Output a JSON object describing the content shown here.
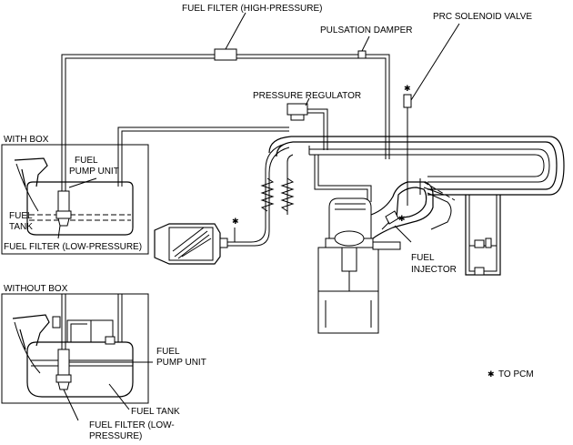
{
  "labels": {
    "fuel_filter_high": "FUEL FILTER (HIGH-PRESSURE)",
    "pulsation_damper": "PULSATION DAMPER",
    "prc_solenoid_valve": "PRC SOLENOID VALVE",
    "pressure_regulator": "PRESSURE REGULATOR",
    "with_box": "WITH BOX",
    "fuel_pump_unit_1_line1": "FUEL",
    "fuel_pump_unit_1_line2": "PUMP UNIT",
    "fuel_tank_1_line1": "FUEL",
    "fuel_tank_1_line2": "TANK",
    "fuel_filter_low_1": "FUEL FILTER (LOW-PRESSURE)",
    "fuel_injector_line1": "FUEL",
    "fuel_injector_line2": "INJECTOR",
    "without_box": "WITHOUT BOX",
    "fuel_pump_unit_2_line1": "FUEL",
    "fuel_pump_unit_2_line2": "PUMP UNIT",
    "fuel_tank_2": "FUEL TANK",
    "fuel_filter_low_2_line1": "FUEL FILTER (LOW-",
    "fuel_filter_low_2_line2": "PRESSURE)",
    "to_pcm_marker": "✱",
    "to_pcm": "TO PCM",
    "asterisk": "✱"
  }
}
